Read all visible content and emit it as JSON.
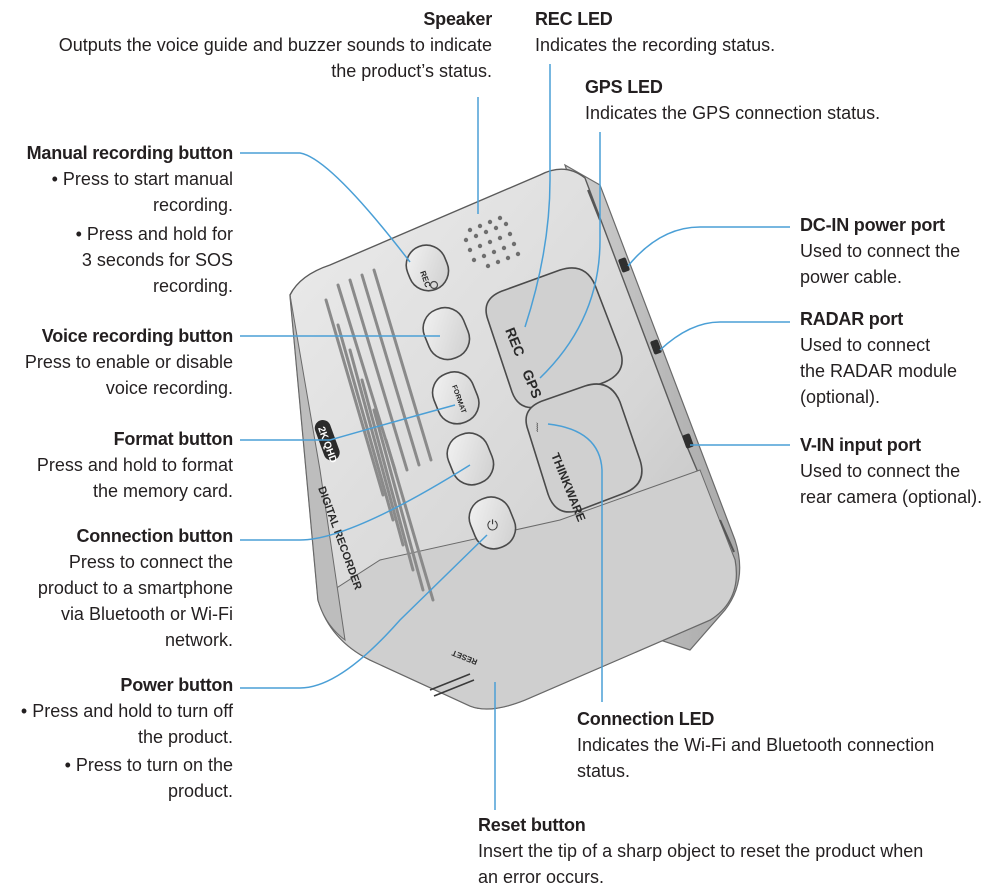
{
  "callouts": {
    "speaker": {
      "title": "Speaker",
      "lines": [
        "Outputs the voice guide and buzzer sounds to indicate",
        "the product’s status."
      ]
    },
    "rec_led": {
      "title": "REC LED",
      "lines": [
        "Indicates the recording status."
      ]
    },
    "gps_led": {
      "title": "GPS LED",
      "lines": [
        "Indicates the GPS connection status."
      ]
    },
    "manual_recording": {
      "title": "Manual recording button",
      "lines": [
        "• Press to start manual",
        "recording.",
        "• Press and hold for",
        "3 seconds for SOS",
        "recording."
      ]
    },
    "voice_recording": {
      "title": "Voice recording button",
      "lines": [
        "Press to enable or disable",
        "voice recording."
      ]
    },
    "format": {
      "title": "Format button",
      "lines": [
        "Press and hold to format",
        "the memory card."
      ]
    },
    "connection_button": {
      "title": "Connection button",
      "lines": [
        "Press to connect the",
        "product to a smartphone",
        "via Bluetooth or Wi-Fi",
        "network."
      ]
    },
    "power": {
      "title": "Power button",
      "lines": [
        "• Press and hold to turn off",
        "the product.",
        "• Press to turn on the",
        "product."
      ]
    },
    "dc_in": {
      "title": "DC-IN power port",
      "lines": [
        "Used to connect the",
        "power cable."
      ]
    },
    "radar": {
      "title": "RADAR port",
      "lines": [
        "Used to connect",
        "the RADAR module",
        "(optional)."
      ]
    },
    "v_in": {
      "title": "V-IN input port",
      "lines": [
        "Used to connect the",
        "rear camera (optional)."
      ]
    },
    "connection_led": {
      "title": "Connection LED",
      "lines": [
        "Indicates the Wi-Fi and Bluetooth connection",
        "status."
      ]
    },
    "reset": {
      "title": "Reset button",
      "lines": [
        "Insert the tip of a sharp object to reset the product when",
        "an error occurs."
      ]
    }
  },
  "device": {
    "rec_label": "REC",
    "gps_label": "GPS",
    "brand": "THINKWARE",
    "button_rec_label": "REC",
    "button_format_label": "FORMAT",
    "side_badge": "2K QHD",
    "side_text": "DIGITAL RECORDER",
    "reset_label": "RESET"
  },
  "colors": {
    "leader_line": "#4a9fd6",
    "device_body": "#d9d9d9",
    "device_dark": "#3c3c3c"
  }
}
